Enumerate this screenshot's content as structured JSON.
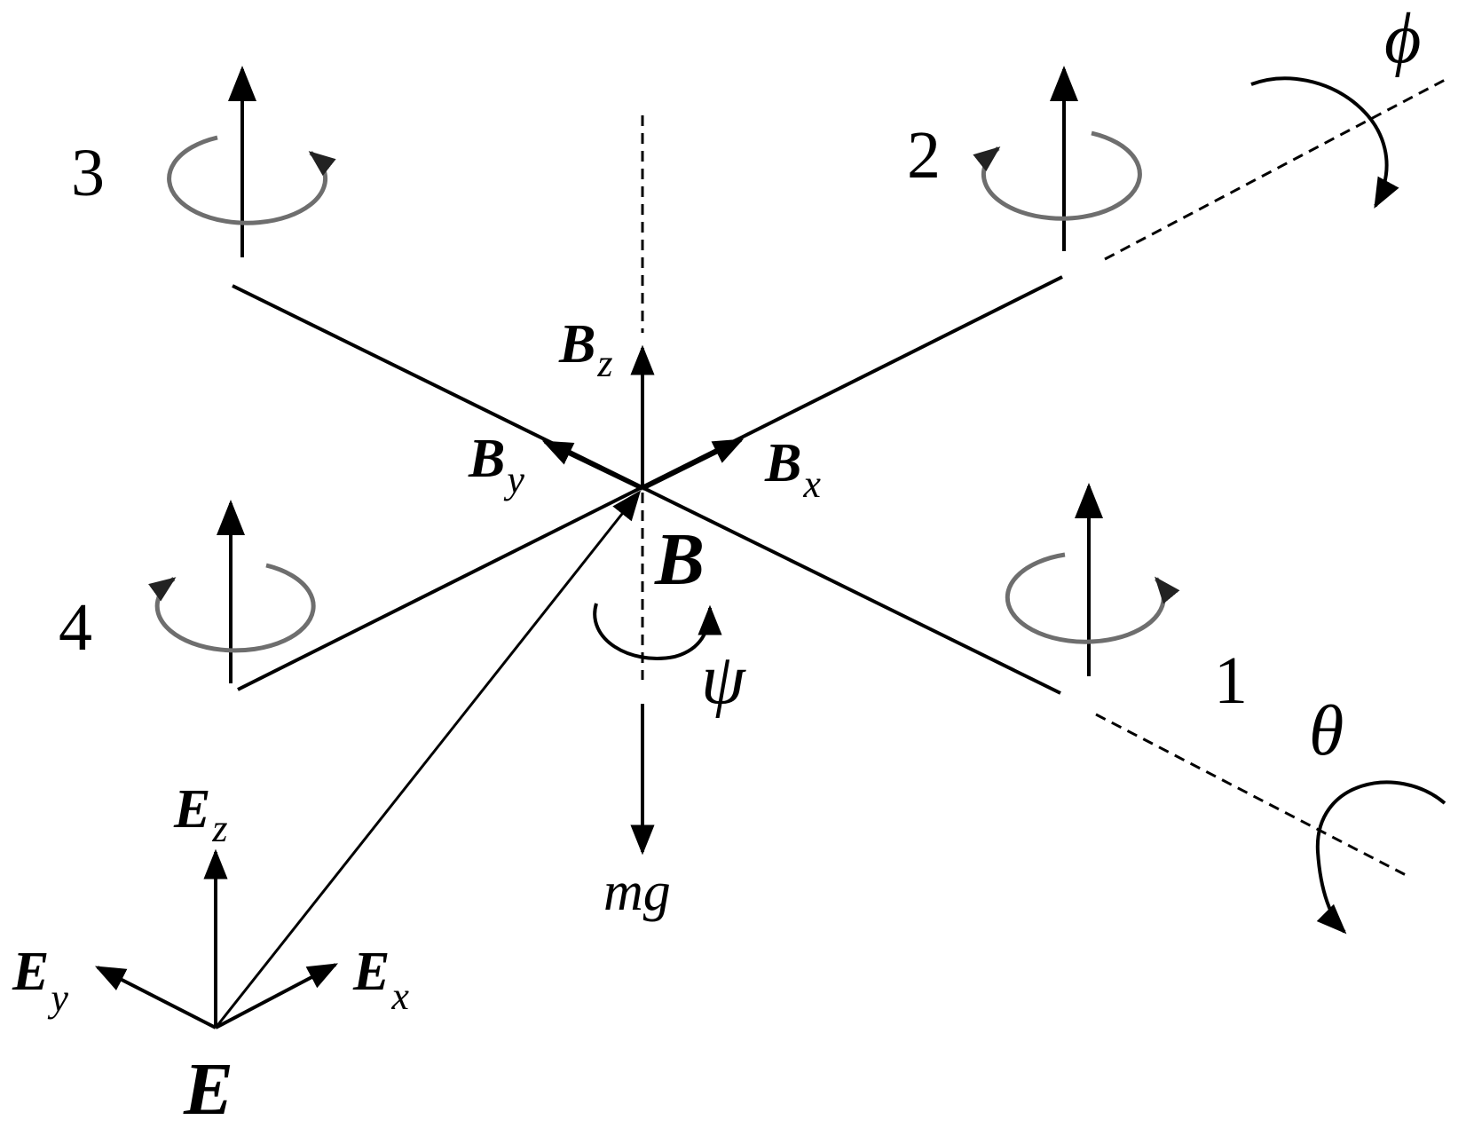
{
  "rotors": [
    {
      "label": "1"
    },
    {
      "label": "2"
    },
    {
      "label": "3"
    },
    {
      "label": "4"
    }
  ],
  "body_frame": {
    "origin": "B",
    "x_base": "B",
    "x_sub": "x",
    "y_base": "B",
    "y_sub": "y",
    "z_base": "B",
    "z_sub": "z"
  },
  "earth_frame": {
    "origin": "E",
    "x_base": "E",
    "x_sub": "x",
    "y_base": "E",
    "y_sub": "y",
    "z_base": "E",
    "z_sub": "z"
  },
  "angles": {
    "roll": "ϕ",
    "pitch": "θ",
    "yaw": "ψ"
  },
  "gravity": "mg",
  "colors": {
    "line": "#000000",
    "rotation_arc": "#6e6e6e"
  }
}
